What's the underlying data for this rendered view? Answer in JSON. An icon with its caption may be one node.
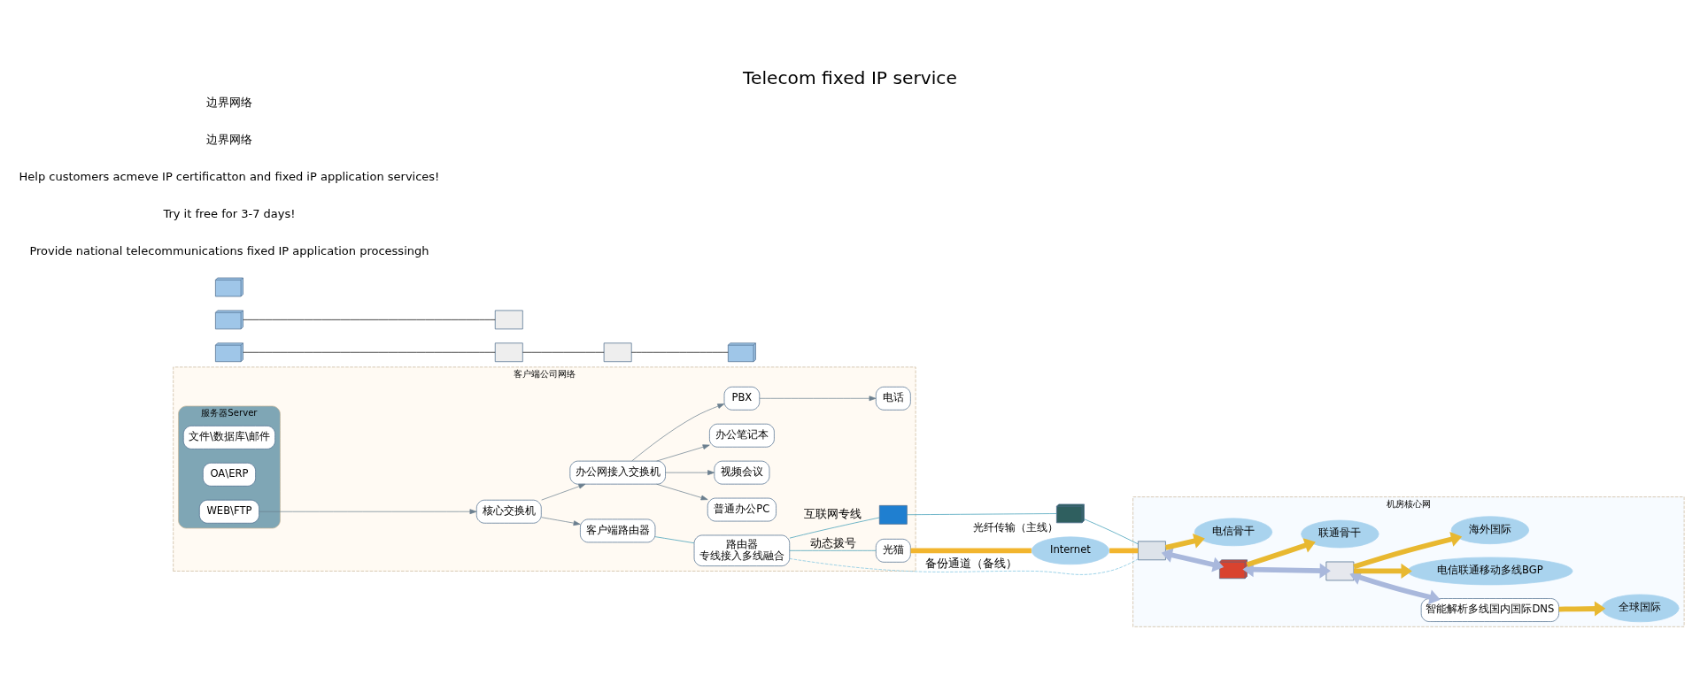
{
  "diagram": {
    "title": "Telecom fixed IP service",
    "nodes": [
      {
        "text": [
          "客户端公司网络"
        ]
      },
      {
        "text": [
          "客户端路由器"
        ],
        "in": 0
      },
      {
        "text": [
          "路由器",
          "专线接入多线融合"
        ],
        "in": 0
      },
      {
        "text": [],
        "shape": "box",
        "in": 0
      },
      {
        "text": [
          "光猫"
        ],
        "in": 0
      },
      {
        "text": [
          "服务器Server"
        ],
        "in": 0
      },
      {
        "text": [
          "文件\\数据库\\邮件"
        ],
        "in": 5
      },
      {
        "text": [
          "OA\\ERP"
        ],
        "in": 5
      },
      {
        "text": [
          "WEB\\FTP"
        ],
        "in": 5
      },
      {
        "text": [
          "核心交换机"
        ],
        "in": 0
      },
      {
        "text": [
          "办公网接入交换机"
        ],
        "in": 0
      },
      {
        "text": [
          "PBX"
        ],
        "in": 0
      },
      {
        "text": [
          "电话"
        ],
        "in": 0
      },
      {
        "text": [
          "普通办公PC"
        ],
        "in": 0
      },
      {
        "text": [
          "视频会议"
        ],
        "in": 0
      },
      {
        "text": [
          "办公笔记本"
        ],
        "in": 0
      },
      {
        "text": [],
        "shape": "picture",
        "beside": [
          "光纤传输（主线）"
        ]
      },
      {
        "text": [
          "Internet"
        ]
      },
      {
        "text": [
          "机房核心网"
        ]
      },
      {
        "text": [],
        "shape": "box",
        "in": 18
      },
      {
        "text": [],
        "shape": "picture",
        "in": 18
      },
      {
        "text": [],
        "shape": "box",
        "in": 18
      },
      {
        "text": [
          "智能解析多线国内国际DNS"
        ],
        "in": 18
      },
      {
        "text": [
          "电信骨干"
        ],
        "in": 18
      },
      {
        "text": [
          "联通骨干"
        ],
        "in": 18
      },
      {
        "text": [
          "电信联通移动多线BGP"
        ],
        "in": 18
      },
      {
        "text": [
          "海外国际"
        ],
        "in": 18
      },
      {
        "text": [
          "全球国际"
        ],
        "in": 18
      },
      {
        "text": [],
        "shape": "building"
      },
      {
        "text": [],
        "shape": "box"
      },
      {
        "text": [],
        "shape": "box"
      },
      {
        "text": [],
        "shape": "building"
      },
      {
        "text": [],
        "shape": "box"
      },
      {
        "text": [],
        "shape": "building"
      },
      {
        "text": [],
        "shape": "building"
      }
    ],
    "edges": [
      {
        "from": 1,
        "to": 2,
        "arrow": "none",
        "color": "#3a9bb5"
      },
      {
        "from": 2,
        "to": 3,
        "arrow": "none",
        "label": "互联网专线",
        "color": "#3a9bb5"
      },
      {
        "from": 2,
        "to": 4,
        "arrow": "none",
        "label": "动态拨号",
        "color": "#3a9bb5"
      },
      {
        "from": 9,
        "to": 1,
        "arrow": "to"
      },
      {
        "from": 8,
        "to": 9,
        "arrow": "to"
      },
      {
        "from": 9,
        "to": 10,
        "arrow": "to"
      },
      {
        "from": 10,
        "to": 11,
        "arrow": "to"
      },
      {
        "from": 11,
        "to": 12,
        "arrow": "to"
      },
      {
        "from": 10,
        "to": 13,
        "arrow": "to"
      },
      {
        "from": 10,
        "to": 14,
        "arrow": "to"
      },
      {
        "from": 10,
        "to": 15,
        "arrow": "to"
      },
      {
        "from": 3,
        "to": 16,
        "arrow": "none",
        "color": "#3a9bb5"
      },
      {
        "from": 16,
        "to": 19,
        "arrow": "none",
        "color": "#3a9bb5"
      },
      {
        "from": 2,
        "to": 19,
        "arrow": "none",
        "label": "备份通道（备线）",
        "style": "dashed",
        "color": "#7cc3e0"
      },
      {
        "from": 4,
        "to": 17,
        "arrow": "none",
        "style": "thick",
        "color": "#f2b52e"
      },
      {
        "from": 17,
        "to": 19,
        "arrow": "none",
        "style": "thick",
        "color": "#f2b52e"
      },
      {
        "from": 19,
        "to": 20,
        "arrow": "both",
        "style": "thick",
        "color": "#a9b8dc"
      },
      {
        "from": 20,
        "to": 21,
        "arrow": "both",
        "style": "thick",
        "color": "#a9b8dc"
      },
      {
        "from": 21,
        "to": 22,
        "arrow": "both",
        "style": "thick",
        "color": "#a9b8dc"
      },
      {
        "from": 19,
        "to": 23,
        "arrow": "to",
        "style": "thick",
        "color": "#e8b830"
      },
      {
        "from": 20,
        "to": 24,
        "arrow": "to",
        "style": "thick",
        "color": "#e8b830"
      },
      {
        "from": 21,
        "to": 25,
        "arrow": "to",
        "style": "thick",
        "color": "#e8b830"
      },
      {
        "from": 21,
        "to": 26,
        "arrow": "to",
        "style": "thick",
        "color": "#e8b830"
      },
      {
        "from": 22,
        "to": 27,
        "arrow": "to",
        "style": "thick",
        "color": "#e8b830"
      },
      {
        "from": 28,
        "to": 29,
        "arrow": "none",
        "color": "#000000"
      },
      {
        "from": 29,
        "to": 32,
        "arrow": "none",
        "color": "#000000"
      },
      {
        "from": 32,
        "to": 34,
        "arrow": "none",
        "color": "#000000"
      },
      {
        "from": 33,
        "to": 30,
        "arrow": "none",
        "color": "#000000"
      }
    ],
    "labels": [
      "Provide national telecommunications fixed IP application processingh",
      "Try it free for 3-7 days!",
      "Help customers acmeve IP certificatton and fixed iP application services!",
      "边界网络",
      "边界网络"
    ]
  }
}
